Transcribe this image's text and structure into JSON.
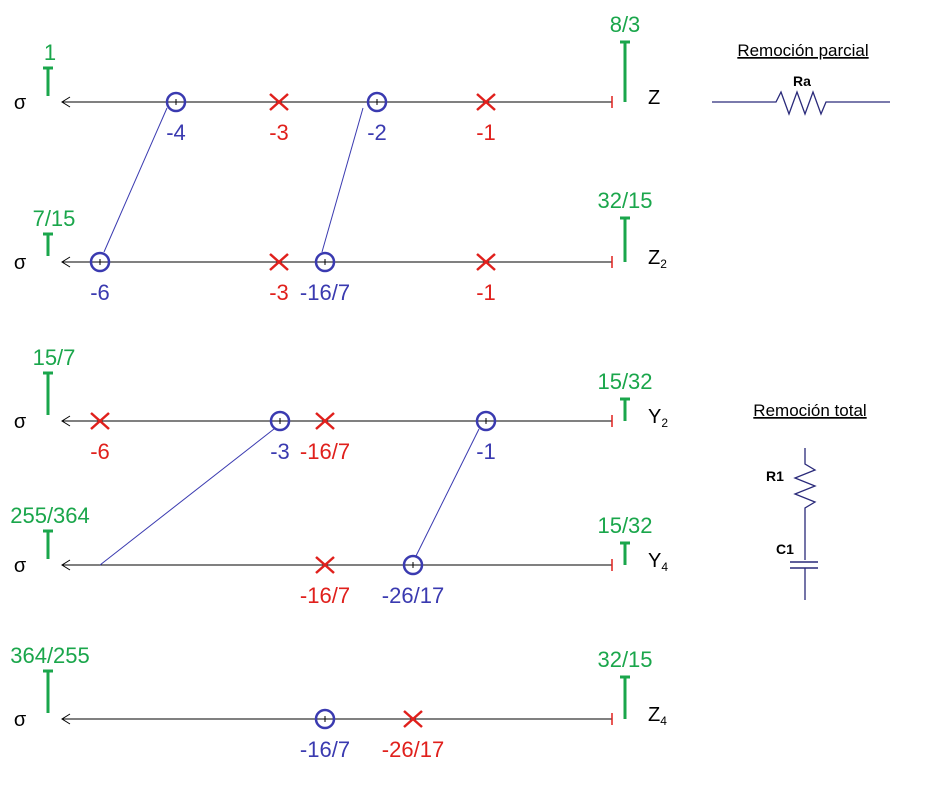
{
  "colors": {
    "axis": "#000000",
    "pole": "#e0201c",
    "zero": "#3a3ab0",
    "residue": "#1aa64b",
    "link": "#3a3ab0",
    "circuit": "#2a2a7a"
  },
  "rows": [
    {
      "sigma": "σ",
      "fn_main": "Z",
      "fn_sub": "",
      "left_value": "1",
      "right_value": "8/3",
      "poles": [
        "-3",
        "-1"
      ],
      "zeros": [
        "-4",
        "-2"
      ]
    },
    {
      "sigma": "σ",
      "fn_main": "Z",
      "fn_sub": "2",
      "left_value": "7/15",
      "right_value": "32/15",
      "poles": [
        "-3",
        "-1"
      ],
      "zeros": [
        "-6",
        "-16/7"
      ]
    },
    {
      "sigma": "σ",
      "fn_main": "Y",
      "fn_sub": "2",
      "left_value": "15/7",
      "right_value": "15/32",
      "poles": [
        "-6",
        "-16/7"
      ],
      "zeros": [
        "-3",
        "-1"
      ]
    },
    {
      "sigma": "σ",
      "fn_main": "Y",
      "fn_sub": "4",
      "left_value": "255/364",
      "right_value": "15/32",
      "poles": [
        "-16/7"
      ],
      "zeros": [
        "-26/17"
      ]
    },
    {
      "sigma": "σ",
      "fn_main": "Z",
      "fn_sub": "4",
      "left_value": "364/255",
      "right_value": "32/15",
      "poles": [
        "-26/17"
      ],
      "zeros": [
        "-16/7"
      ]
    }
  ],
  "partial_removal": {
    "title": "Remoción parcial",
    "resistor": "Ra"
  },
  "total_removal": {
    "title": "Remoción total",
    "resistor": "R1",
    "capacitor": "C1"
  }
}
